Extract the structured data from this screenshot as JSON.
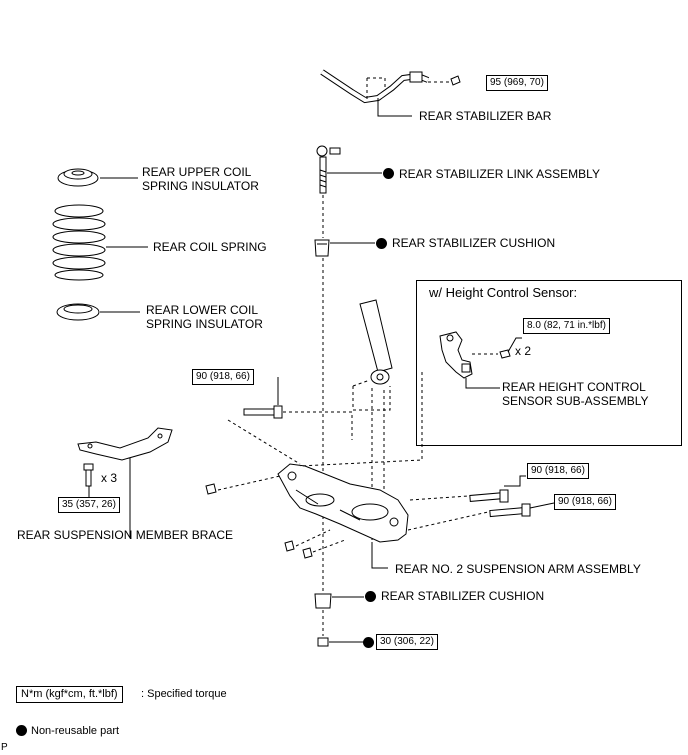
{
  "parts": {
    "rear_stabilizer_bar": "REAR STABILIZER BAR",
    "rear_stabilizer_link_assembly": "REAR STABILIZER LINK ASSEMBLY",
    "rear_stabilizer_cushion_upper": "REAR STABILIZER CUSHION",
    "rear_upper_coil_spring_insulator": [
      "REAR UPPER COIL",
      "SPRING INSULATOR"
    ],
    "rear_coil_spring": "REAR COIL SPRING",
    "rear_lower_coil_spring_insulator": [
      "REAR LOWER COIL",
      "SPRING INSULATOR"
    ],
    "rear_height_control_sensor": [
      "REAR HEIGHT CONTROL",
      "SENSOR SUB-ASSEMBLY"
    ],
    "rear_suspension_member_brace": "REAR SUSPENSION MEMBER BRACE",
    "rear_no2_suspension_arm_assembly": "REAR NO. 2 SUSPENSION ARM ASSEMBLY",
    "rear_stabilizer_cushion_lower": "REAR STABILIZER CUSHION"
  },
  "torques": {
    "stabilizer_bar_nut": "95 (969, 70)",
    "height_sensor_bolt": "8.0 (82, 71 in.*lbf)",
    "arm_bolt_left": "90 (918, 66)",
    "brace_bolt": "35 (357, 26)",
    "arm_bolt_right_upper": "90 (918, 66)",
    "arm_bolt_right_lower": "90 (918, 66)",
    "lower_nut": "30 (306, 22)"
  },
  "quantities": {
    "sensor_bolts": "x 2",
    "brace_bolts": "x 3"
  },
  "inset": {
    "title": "w/ Height Control Sensor:"
  },
  "legend": {
    "torque_unit": "N*m (kgf*cm, ft.*lbf)",
    "torque_desc": ": Specified torque",
    "non_reusable": "Non-reusable part"
  },
  "footer": {
    "mark": "P"
  }
}
